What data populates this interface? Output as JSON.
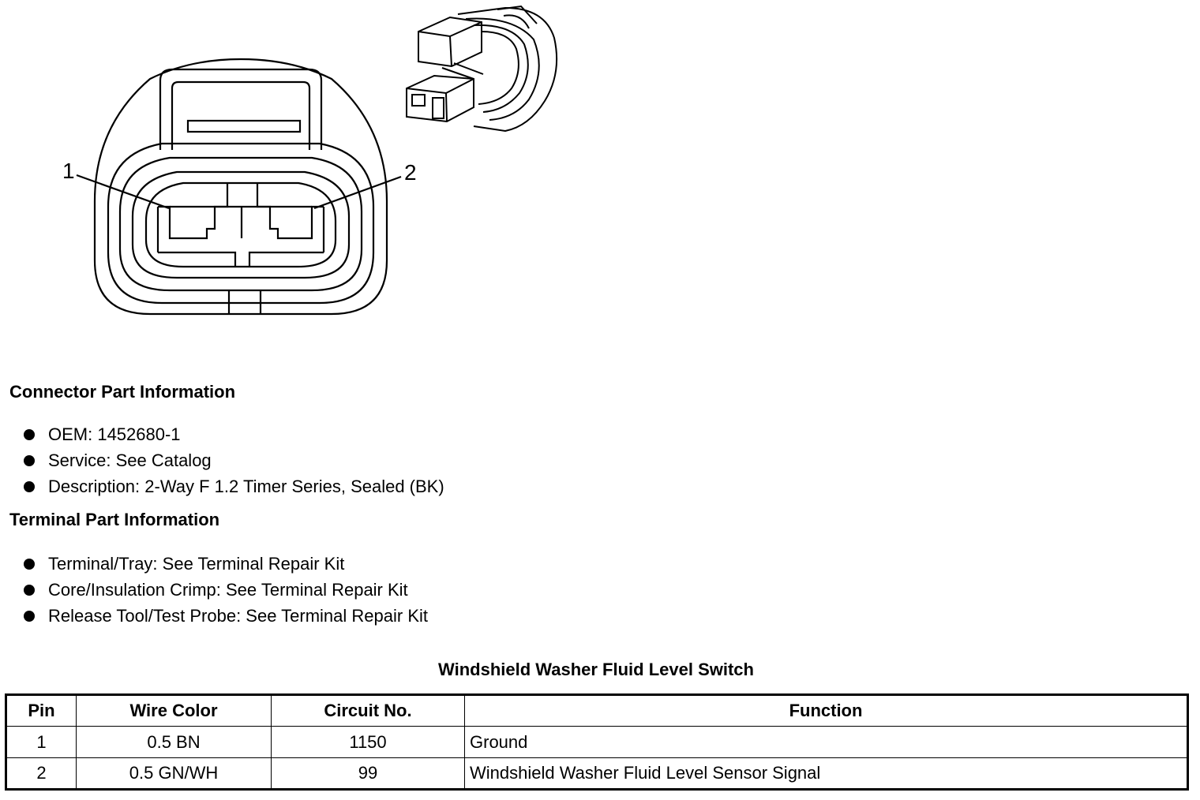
{
  "diagram": {
    "pin_labels": [
      "1",
      "2"
    ]
  },
  "connector_info": {
    "heading": "Connector Part Information",
    "items": [
      "OEM: 1452680-1",
      "Service: See Catalog",
      "Description: 2-Way F 1.2 Timer Series, Sealed (BK)"
    ]
  },
  "terminal_info": {
    "heading": "Terminal Part Information",
    "items": [
      "Terminal/Tray: See Terminal Repair Kit",
      "Core/Insulation Crimp: See Terminal Repair Kit",
      "Release Tool/Test Probe: See Terminal Repair Kit"
    ]
  },
  "pin_table": {
    "title": "Windshield Washer Fluid Level Switch",
    "headers": [
      "Pin",
      "Wire Color",
      "Circuit No.",
      "Function"
    ],
    "rows": [
      [
        "1",
        "0.5 BN",
        "1150",
        "Ground"
      ],
      [
        "2",
        "0.5 GN/WH",
        "99",
        "Windshield Washer Fluid Level Sensor Signal"
      ]
    ]
  }
}
